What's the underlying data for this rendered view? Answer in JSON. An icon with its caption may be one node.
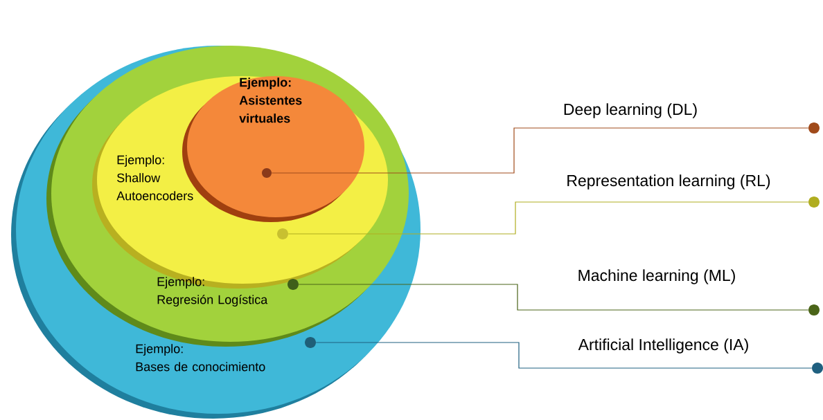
{
  "diagram": {
    "nodes": [
      {
        "text": [
          "Ejemplo:",
          "Bases de conocimiento"
        ]
      },
      {
        "text": [
          "Ejemplo:",
          "Regresión Logística"
        ],
        "in": 0
      },
      {
        "text": [
          "Ejemplo:",
          "Shallow Autoencoders"
        ],
        "in": 1
      },
      {
        "text": [
          "Ejemplo:",
          "Asistentes virtuales"
        ],
        "in": 2
      },
      {
        "text": [],
        "shape": "circle",
        "in": 3
      },
      {
        "text": [],
        "shape": "circle",
        "in": 2
      },
      {
        "text": [],
        "shape": "circle",
        "in": 1
      },
      {
        "text": [],
        "shape": "circle",
        "in": 0
      },
      {
        "text": [],
        "shape": "circle"
      },
      {
        "text": [],
        "shape": "circle"
      },
      {
        "text": [],
        "shape": "circle"
      },
      {
        "text": [],
        "shape": "circle"
      }
    ],
    "edges": [
      {
        "from": 4,
        "to": 8,
        "arrow": "none",
        "label": "Deep learning (DL)",
        "color": "#a04a1a"
      },
      {
        "from": 5,
        "to": 9,
        "arrow": "none",
        "label": "Representation learning (RL)",
        "color": "#b0ad20"
      },
      {
        "from": 6,
        "to": 10,
        "arrow": "none",
        "label": "Machine learning (ML)",
        "color": "#4a6418"
      },
      {
        "from": 7,
        "to": 11,
        "arrow": "none",
        "label": "Artificial Intelligence (IA)",
        "color": "#1f6080"
      }
    ]
  }
}
